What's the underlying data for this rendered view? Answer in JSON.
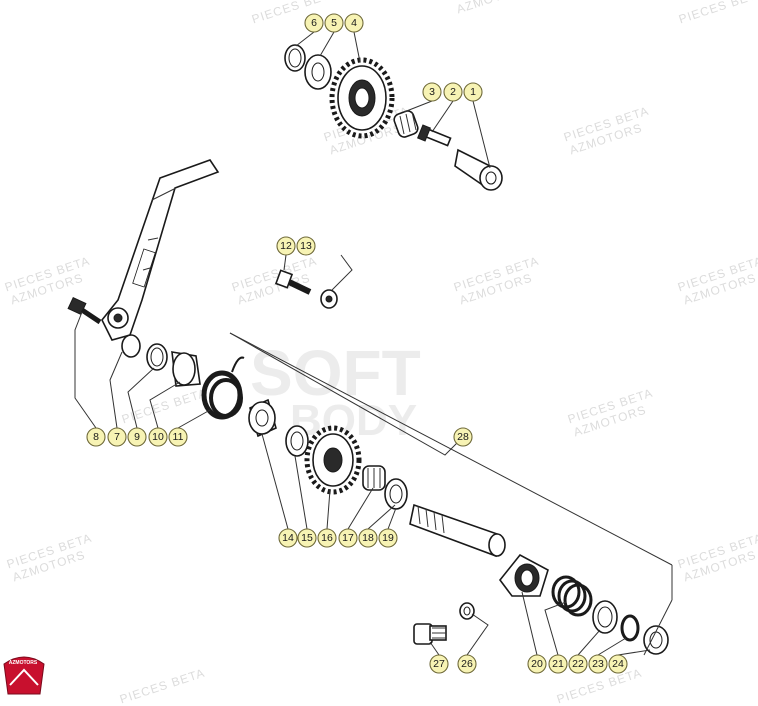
{
  "watermark": {
    "line1": "PIECES BETA",
    "line2": "AZMOTORS"
  },
  "logo": {
    "text": "AZMOTORS",
    "color": "#c8102e"
  },
  "callouts": [
    "1",
    "2",
    "3",
    "4",
    "5",
    "6",
    "7",
    "8",
    "9",
    "10",
    "11",
    "12",
    "13",
    "14",
    "15",
    "16",
    "17",
    "18",
    "19",
    "20",
    "21",
    "22",
    "23",
    "24",
    "26",
    "27",
    "28"
  ],
  "colors": {
    "callout_fill": "#f7f3b4",
    "line": "#1a1a1a"
  }
}
